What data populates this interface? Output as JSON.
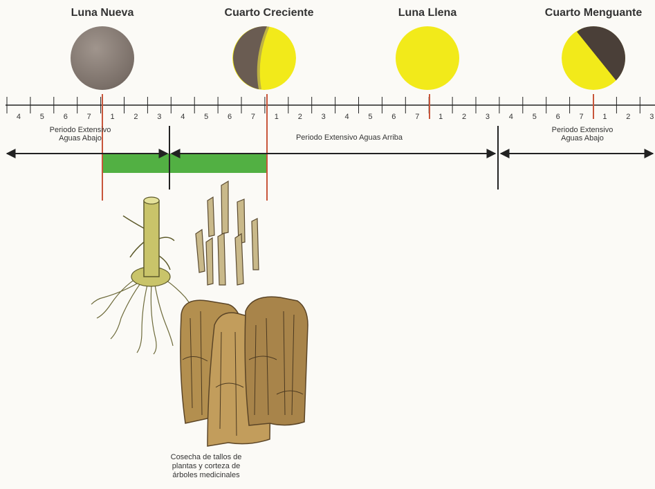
{
  "phases": [
    {
      "name": "Luna Nueva",
      "type": "new"
    },
    {
      "name": "Cuarto Creciente",
      "type": "first-quarter"
    },
    {
      "name": "Luna Llena",
      "type": "full"
    },
    {
      "name": "Cuarto Menguante",
      "type": "last-quarter"
    }
  ],
  "timeline": {
    "day_labels": [
      "4",
      "5",
      "6",
      "7",
      "1",
      "2",
      "3",
      "4",
      "5",
      "6",
      "7",
      "1",
      "2",
      "3",
      "4",
      "5",
      "6",
      "7",
      "1",
      "2",
      "3",
      "4",
      "5",
      "6",
      "7",
      "1",
      "2",
      "3"
    ]
  },
  "periods": [
    {
      "label_line1": "Periodo Extensivo",
      "label_line2": "Aguas Abajo"
    },
    {
      "label_line1": "Periodo Extensivo Aguas Arriba",
      "label_line2": ""
    },
    {
      "label_line1": "Periodo Extensivo",
      "label_line2": "Aguas Abajo"
    }
  ],
  "caption": {
    "line1": "Cosecha de tallos  de",
    "line2": "plantas y corteza de",
    "line3": "árboles medicinales"
  },
  "colors": {
    "new_moon": "#8a7f77",
    "yellow": "#f2ea1a",
    "dark_shade": "#4a3f38",
    "harvest_bar": "#52b043",
    "phase_marker": "#c8553a",
    "bark": "#b38f4f",
    "stem": "#c9c46a"
  }
}
